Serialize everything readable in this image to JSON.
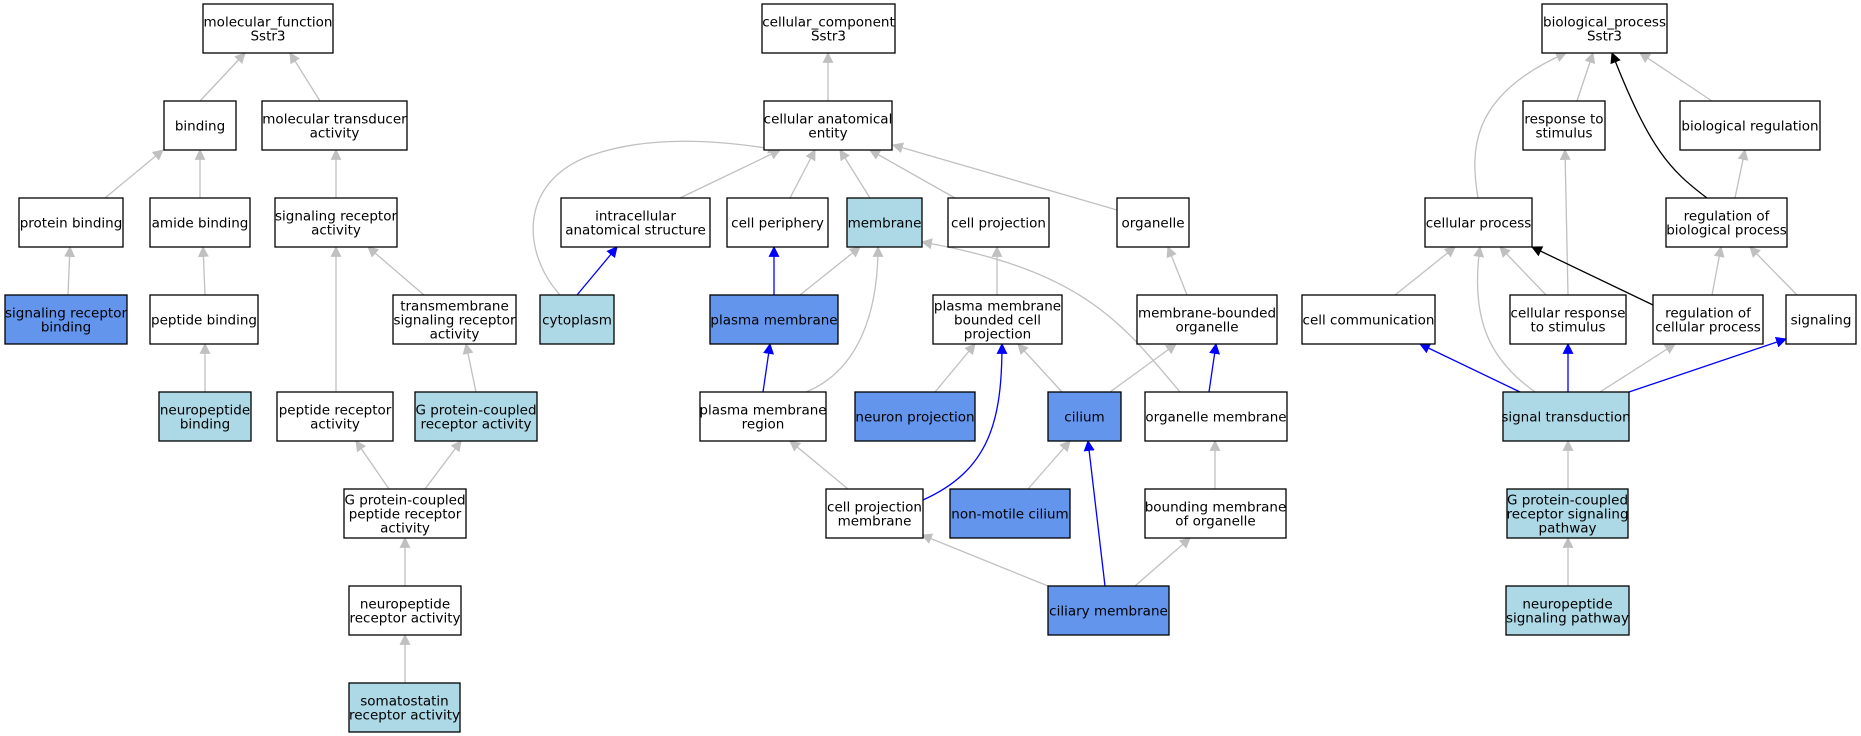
{
  "colors": {
    "white": "#ffffff",
    "light": "#add8e6",
    "dark": "#6495ed",
    "edge_grey": "#c0c0c0",
    "edge_blue": "#0000ff",
    "edge_black": "#000000"
  },
  "nodes": [
    {
      "id": "mf",
      "lines": [
        "molecular_function",
        "Sstr3"
      ],
      "fill": "white"
    },
    {
      "id": "binding",
      "lines": [
        "binding"
      ],
      "fill": "white"
    },
    {
      "id": "mta",
      "lines": [
        "molecular transducer",
        "activity"
      ],
      "fill": "white"
    },
    {
      "id": "protbind",
      "lines": [
        "protein binding"
      ],
      "fill": "white"
    },
    {
      "id": "amide",
      "lines": [
        "amide binding"
      ],
      "fill": "white"
    },
    {
      "id": "sra",
      "lines": [
        "signaling receptor",
        "activity"
      ],
      "fill": "white"
    },
    {
      "id": "srb",
      "lines": [
        "signaling receptor",
        "binding"
      ],
      "fill": "dark"
    },
    {
      "id": "pepbind",
      "lines": [
        "peptide binding"
      ],
      "fill": "white"
    },
    {
      "id": "tmsra",
      "lines": [
        "transmembrane",
        "signaling receptor",
        "activity"
      ],
      "fill": "white"
    },
    {
      "id": "npbind",
      "lines": [
        "neuropeptide",
        "binding"
      ],
      "fill": "light"
    },
    {
      "id": "pra",
      "lines": [
        "peptide receptor",
        "activity"
      ],
      "fill": "white"
    },
    {
      "id": "gpcra",
      "lines": [
        "G protein-coupled",
        "receptor activity"
      ],
      "fill": "light"
    },
    {
      "id": "gpcpra",
      "lines": [
        "G protein-coupled",
        "peptide receptor",
        "activity"
      ],
      "fill": "white"
    },
    {
      "id": "npra",
      "lines": [
        "neuropeptide",
        "receptor activity"
      ],
      "fill": "white"
    },
    {
      "id": "ssra",
      "lines": [
        "somatostatin",
        "receptor activity"
      ],
      "fill": "light"
    },
    {
      "id": "cc",
      "lines": [
        "cellular_component",
        "Sstr3"
      ],
      "fill": "white"
    },
    {
      "id": "cae",
      "lines": [
        "cellular anatomical",
        "entity"
      ],
      "fill": "white"
    },
    {
      "id": "ias",
      "lines": [
        "intracellular",
        "anatomical structure"
      ],
      "fill": "white"
    },
    {
      "id": "cperiph",
      "lines": [
        "cell periphery"
      ],
      "fill": "white"
    },
    {
      "id": "membrane",
      "lines": [
        "membrane"
      ],
      "fill": "light"
    },
    {
      "id": "cproj",
      "lines": [
        "cell projection"
      ],
      "fill": "white"
    },
    {
      "id": "organelle",
      "lines": [
        "organelle"
      ],
      "fill": "white"
    },
    {
      "id": "cytoplasm",
      "lines": [
        "cytoplasm"
      ],
      "fill": "light"
    },
    {
      "id": "pm",
      "lines": [
        "plasma membrane"
      ],
      "fill": "dark"
    },
    {
      "id": "pmbcp",
      "lines": [
        "plasma membrane",
        "bounded cell",
        "projection"
      ],
      "fill": "white"
    },
    {
      "id": "mbo",
      "lines": [
        "membrane-bounded",
        "organelle"
      ],
      "fill": "white"
    },
    {
      "id": "pmr",
      "lines": [
        "plasma membrane",
        "region"
      ],
      "fill": "white"
    },
    {
      "id": "neuproj",
      "lines": [
        "neuron projection"
      ],
      "fill": "dark"
    },
    {
      "id": "cilium",
      "lines": [
        "cilium"
      ],
      "fill": "dark"
    },
    {
      "id": "orgmem",
      "lines": [
        "organelle membrane"
      ],
      "fill": "white"
    },
    {
      "id": "cpm",
      "lines": [
        "cell projection",
        "membrane"
      ],
      "fill": "white"
    },
    {
      "id": "nmc",
      "lines": [
        "non-motile cilium"
      ],
      "fill": "dark"
    },
    {
      "id": "bmo",
      "lines": [
        "bounding membrane",
        "of organelle"
      ],
      "fill": "white"
    },
    {
      "id": "cilmem",
      "lines": [
        "ciliary membrane"
      ],
      "fill": "dark"
    },
    {
      "id": "bp",
      "lines": [
        "biological_process",
        "Sstr3"
      ],
      "fill": "white"
    },
    {
      "id": "rts",
      "lines": [
        "response to",
        "stimulus"
      ],
      "fill": "white"
    },
    {
      "id": "bioreg",
      "lines": [
        "biological regulation"
      ],
      "fill": "white"
    },
    {
      "id": "cellproc",
      "lines": [
        "cellular process"
      ],
      "fill": "white"
    },
    {
      "id": "robp",
      "lines": [
        "regulation of",
        "biological process"
      ],
      "fill": "white"
    },
    {
      "id": "cellcomm",
      "lines": [
        "cell communication"
      ],
      "fill": "white"
    },
    {
      "id": "crts",
      "lines": [
        "cellular response",
        "to stimulus"
      ],
      "fill": "white"
    },
    {
      "id": "rocp",
      "lines": [
        "regulation of",
        "cellular process"
      ],
      "fill": "white"
    },
    {
      "id": "signaling",
      "lines": [
        "signaling"
      ],
      "fill": "white"
    },
    {
      "id": "sigtrans",
      "lines": [
        "signal transduction"
      ],
      "fill": "light"
    },
    {
      "id": "gpcrsp",
      "lines": [
        "G protein-coupled",
        "receptor signaling",
        "pathway"
      ],
      "fill": "light"
    },
    {
      "id": "npsp",
      "lines": [
        "neuropeptide",
        "signaling pathway"
      ],
      "fill": "light"
    }
  ],
  "edges": [
    {
      "from": "binding",
      "to": "mf",
      "color": "grey"
    },
    {
      "from": "mta",
      "to": "mf",
      "color": "grey"
    },
    {
      "from": "protbind",
      "to": "binding",
      "color": "grey"
    },
    {
      "from": "amide",
      "to": "binding",
      "color": "grey"
    },
    {
      "from": "sra",
      "to": "mta",
      "color": "grey"
    },
    {
      "from": "srb",
      "to": "protbind",
      "color": "grey"
    },
    {
      "from": "pepbind",
      "to": "amide",
      "color": "grey"
    },
    {
      "from": "npbind",
      "to": "pepbind",
      "color": "grey"
    },
    {
      "from": "tmsra",
      "to": "sra",
      "color": "grey"
    },
    {
      "from": "pra",
      "to": "sra",
      "color": "grey"
    },
    {
      "from": "gpcra",
      "to": "tmsra",
      "color": "grey"
    },
    {
      "from": "gpcpra",
      "to": "pra",
      "color": "grey"
    },
    {
      "from": "gpcpra",
      "to": "gpcra",
      "color": "grey"
    },
    {
      "from": "npra",
      "to": "gpcpra",
      "color": "grey"
    },
    {
      "from": "ssra",
      "to": "npra",
      "color": "grey"
    },
    {
      "from": "cae",
      "to": "cc",
      "color": "grey"
    },
    {
      "from": "ias",
      "to": "cae",
      "color": "grey"
    },
    {
      "from": "cperiph",
      "to": "cae",
      "color": "grey"
    },
    {
      "from": "membrane",
      "to": "cae",
      "color": "grey"
    },
    {
      "from": "cproj",
      "to": "cae",
      "color": "grey"
    },
    {
      "from": "organelle",
      "to": "cae",
      "color": "grey"
    },
    {
      "from": "cytoplasm",
      "to": "cae",
      "color": "grey"
    },
    {
      "from": "cytoplasm",
      "to": "ias",
      "color": "blue"
    },
    {
      "from": "pm",
      "to": "cperiph",
      "color": "blue"
    },
    {
      "from": "pm",
      "to": "membrane",
      "color": "grey"
    },
    {
      "from": "pmbcp",
      "to": "cproj",
      "color": "grey"
    },
    {
      "from": "mbo",
      "to": "organelle",
      "color": "grey"
    },
    {
      "from": "pmr",
      "to": "pm",
      "color": "blue"
    },
    {
      "from": "pmr",
      "to": "membrane",
      "color": "grey"
    },
    {
      "from": "neuproj",
      "to": "pmbcp",
      "color": "grey"
    },
    {
      "from": "cilium",
      "to": "pmbcp",
      "color": "grey"
    },
    {
      "from": "cilium",
      "to": "mbo",
      "color": "grey"
    },
    {
      "from": "orgmem",
      "to": "mbo",
      "color": "blue"
    },
    {
      "from": "orgmem",
      "to": "membrane",
      "color": "grey"
    },
    {
      "from": "cpm",
      "to": "pmr",
      "color": "grey"
    },
    {
      "from": "cpm",
      "to": "pmbcp",
      "color": "blue"
    },
    {
      "from": "nmc",
      "to": "cilium",
      "color": "grey"
    },
    {
      "from": "bmo",
      "to": "orgmem",
      "color": "grey"
    },
    {
      "from": "cilmem",
      "to": "cpm",
      "color": "grey"
    },
    {
      "from": "cilmem",
      "to": "cilium",
      "color": "blue"
    },
    {
      "from": "cilmem",
      "to": "bmo",
      "color": "grey"
    },
    {
      "from": "rts",
      "to": "bp",
      "color": "grey"
    },
    {
      "from": "bioreg",
      "to": "bp",
      "color": "grey"
    },
    {
      "from": "cellproc",
      "to": "bp",
      "color": "grey"
    },
    {
      "from": "robp",
      "to": "bp",
      "color": "black"
    },
    {
      "from": "robp",
      "to": "bioreg",
      "color": "grey"
    },
    {
      "from": "cellcomm",
      "to": "cellproc",
      "color": "grey"
    },
    {
      "from": "crts",
      "to": "cellproc",
      "color": "grey"
    },
    {
      "from": "crts",
      "to": "rts",
      "color": "grey"
    },
    {
      "from": "rocp",
      "to": "cellproc",
      "color": "black"
    },
    {
      "from": "rocp",
      "to": "robp",
      "color": "grey"
    },
    {
      "from": "signaling",
      "to": "robp",
      "color": "grey"
    },
    {
      "from": "sigtrans",
      "to": "cellproc",
      "color": "grey"
    },
    {
      "from": "sigtrans",
      "to": "cellcomm",
      "color": "blue"
    },
    {
      "from": "sigtrans",
      "to": "crts",
      "color": "blue"
    },
    {
      "from": "sigtrans",
      "to": "rocp",
      "color": "grey"
    },
    {
      "from": "sigtrans",
      "to": "signaling",
      "color": "blue"
    },
    {
      "from": "gpcrsp",
      "to": "sigtrans",
      "color": "grey"
    },
    {
      "from": "npsp",
      "to": "gpcrsp",
      "color": "grey"
    }
  ]
}
